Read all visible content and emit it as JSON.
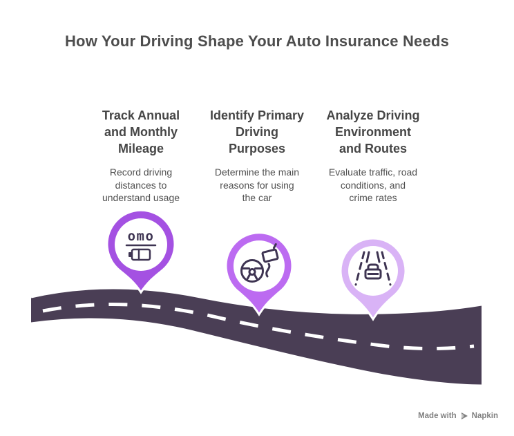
{
  "title": "How Your Driving Shape Your Auto Insurance Needs",
  "columns": [
    {
      "heading": "Track Annual and Monthly Mileage",
      "heading_lines": [
        "Track Annual",
        "and Monthly",
        "Mileage"
      ],
      "body": "Record driving distances to understand usage",
      "body_lines": [
        "Record driving",
        "distances to",
        "understand usage"
      ]
    },
    {
      "heading": "Identify Primary Driving Purposes",
      "heading_lines": [
        "Identify Primary",
        "Driving",
        "Purposes"
      ],
      "body": "Determine the main reasons for using the car",
      "body_lines": [
        "Determine the main",
        "reasons for using",
        "the car"
      ]
    },
    {
      "heading": "Analyze Driving Environment and Routes",
      "heading_lines": [
        "Analyze Driving",
        "Environment",
        "and Routes"
      ],
      "body": "Evaluate traffic, road conditions, and crime rates",
      "body_lines": [
        "Evaluate traffic, road",
        "conditions, and",
        "crime rates"
      ]
    }
  ],
  "pins": [
    {
      "icon": "odometer-icon",
      "color": "#a451e2",
      "odometer_text": "omo"
    },
    {
      "icon": "steering-wheel-icon",
      "color": "#bc6bf1"
    },
    {
      "icon": "highway-icon",
      "color": "#d9b3f6"
    }
  ],
  "road": {
    "color": "#4a3e55",
    "edge_color": "#ffffff",
    "dash_color": "#ffffff"
  },
  "icon_stroke": "#3e3452",
  "watermark": {
    "prefix": "Made with",
    "brand": "Napkin",
    "logo": "napkin-logo-icon",
    "color": "#808080"
  },
  "colors": {
    "title_text": "#4d4d4d",
    "heading_text": "#464646",
    "body_text": "#4f4f4f",
    "background": "#ffffff"
  }
}
